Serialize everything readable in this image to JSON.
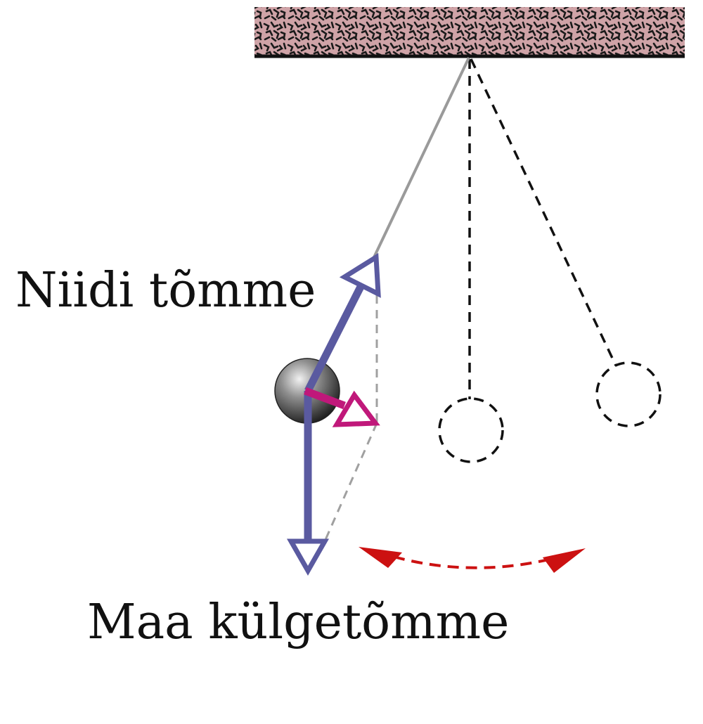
{
  "labels": {
    "tension": "Niidi tõmme",
    "gravity": "Maa külgetõmme"
  },
  "colors": {
    "ceiling_fill": "#cfa3a7",
    "ceiling_edge": "#111111",
    "string": "#9a9a9a",
    "force_vector": "#5a5aa0",
    "resultant_vector": "#c0187a",
    "motion_arrow": "#cc1111",
    "ghost_outline": "#111111",
    "construction_line": "#a0a0a0"
  },
  "icons": {
    "bob": "sphere",
    "motion": "double-headed-curved-arrow"
  }
}
